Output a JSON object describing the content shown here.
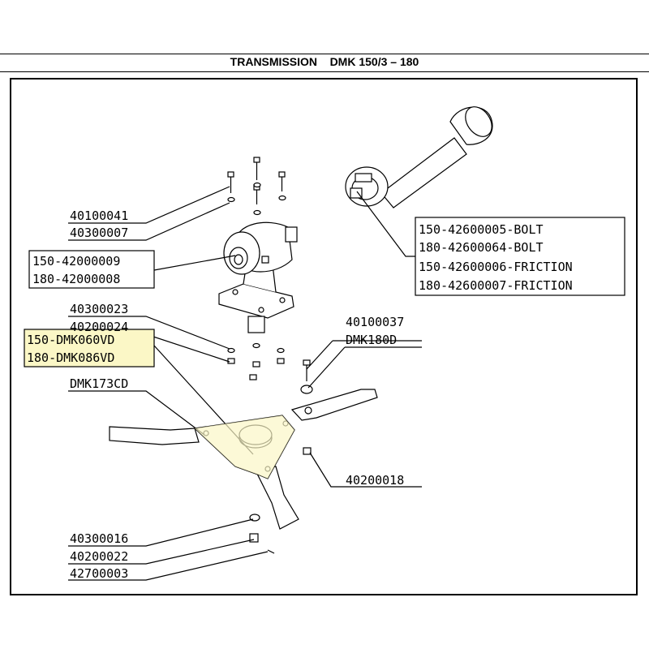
{
  "header": {
    "title": "TRANSMISSION    DMK 150/3 – 180"
  },
  "colors": {
    "highlight": "#fbf7c6",
    "line": "#000000",
    "part_fill": "#ffffff"
  },
  "labels": {
    "l40100041": "40100041",
    "l40300007": "40300007",
    "l150_42000009": "150-42000009",
    "l180_42000008": "180-42000008",
    "l40300023": "40300023",
    "l40200024": "40200024",
    "l150_DMK060VD": "150-DMK060VD",
    "l180_DMK086VD": "180-DMK086VD",
    "lDMK173CD": "DMK173CD",
    "l40300016": "40300016",
    "l40200022": "40200022",
    "l42700003": "42700003",
    "l40100037": "40100037",
    "lDMK180D": "DMK180D",
    "l40200018": "40200018",
    "pto1": "150-42600005-BOLT",
    "pto2": "180-42600064-BOLT",
    "pto3": "150-42600006-FRICTION",
    "pto4": "180-42600007-FRICTION"
  }
}
